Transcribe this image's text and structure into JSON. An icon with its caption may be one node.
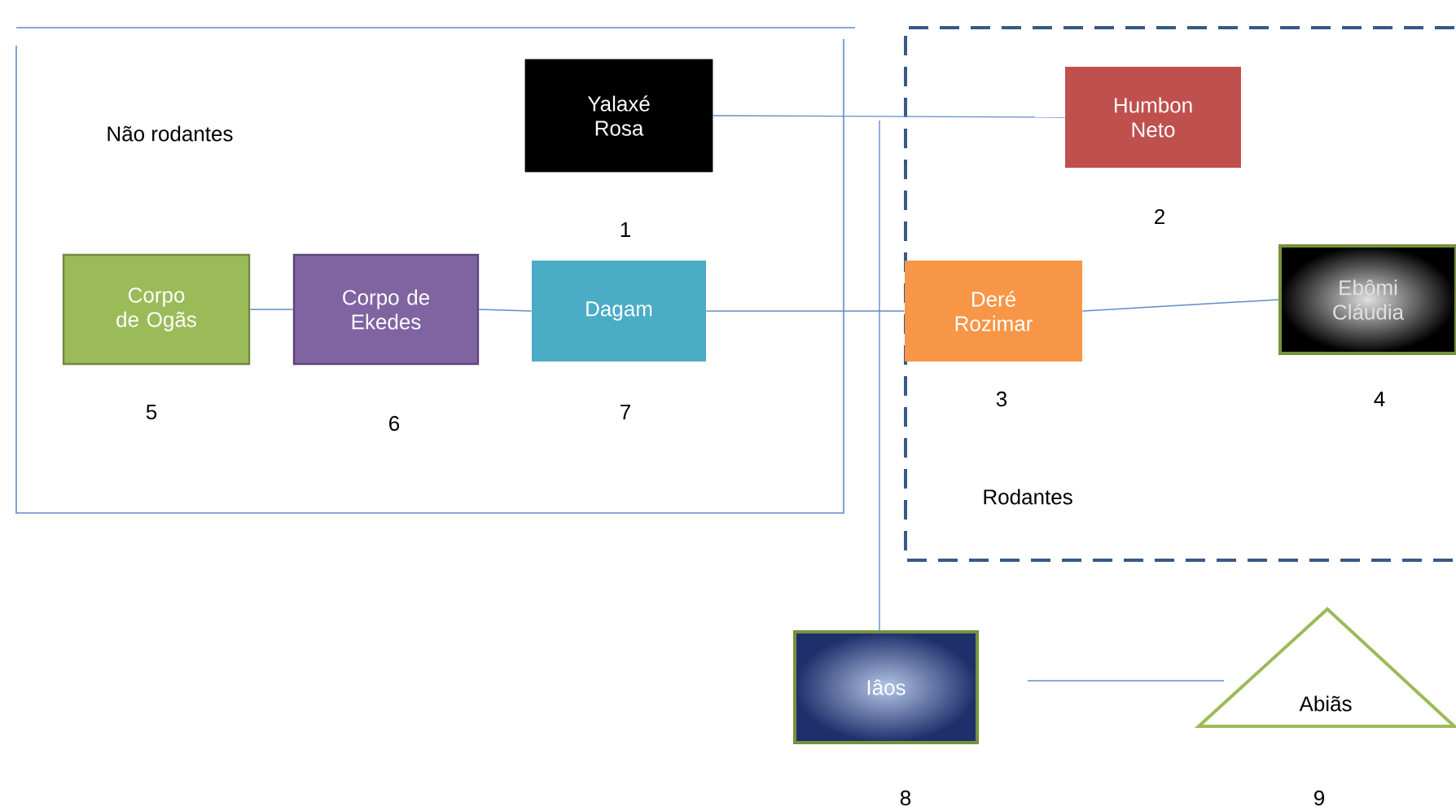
{
  "diagram": {
    "nodes": [
      {
        "text": [
          "Não rodantes"
        ]
      },
      {
        "text": [
          "Rodantes"
        ]
      },
      {
        "text": [
          "Yalaxé Rosa"
        ],
        "in": 0
      },
      {
        "text": [
          "Humbon Neto"
        ],
        "in": 1
      },
      {
        "text": [
          "Corpo de Ogãs"
        ],
        "in": 0
      },
      {
        "text": [
          "Corpo de Ekedes"
        ],
        "in": 0
      },
      {
        "text": [
          "Dagam"
        ],
        "in": 0
      },
      {
        "text": [
          "Deré Rozimar"
        ],
        "in": 1
      },
      {
        "text": [
          "Ebômi Cláudia"
        ],
        "in": 1
      },
      {
        "text": [
          "Iâos"
        ]
      },
      {
        "text": [
          "Abiãs"
        ]
      }
    ],
    "edges": [
      {
        "from": 2,
        "to": 3,
        "arrow": "none"
      },
      {
        "from": 4,
        "to": 5,
        "arrow": "none"
      },
      {
        "from": 5,
        "to": 6,
        "arrow": "none"
      },
      {
        "from": 6,
        "to": 7,
        "arrow": "none"
      },
      {
        "from": 7,
        "to": 8,
        "arrow": "none"
      },
      {
        "from": 9,
        "to": null,
        "arrow": "none"
      },
      {
        "from": 9,
        "to": 10,
        "arrow": "none"
      }
    ],
    "labels": [
      "2",
      "1",
      "5",
      "6",
      "7",
      "3",
      "4",
      "8",
      "9"
    ]
  }
}
